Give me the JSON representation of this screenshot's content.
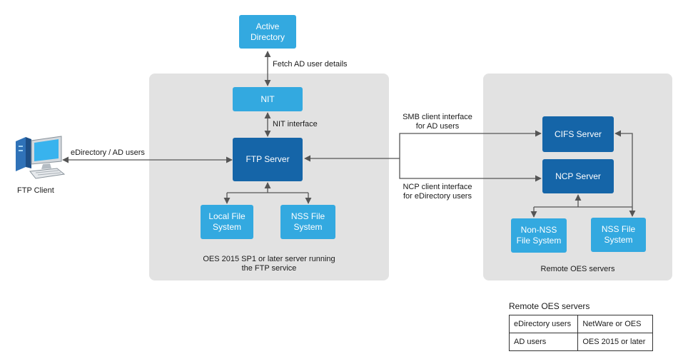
{
  "nodes": {
    "active_directory": "Active\nDirectory",
    "nit": "NIT",
    "ftp_server": "FTP Server",
    "local_fs": "Local File\nSystem",
    "nss_fs_local": "NSS File\nSystem",
    "cifs_server": "CIFS Server",
    "ncp_server": "NCP Server",
    "non_nss_fs": "Non-NSS\nFile System",
    "nss_fs_remote": "NSS File\nSystem",
    "ftp_client": "FTP Client"
  },
  "labels": {
    "fetch_ad": "Fetch AD user details",
    "nit_interface": "NIT interface",
    "client_users": "eDirectory / AD users",
    "smb_interface": "SMB client interface\nfor AD users",
    "ncp_interface": "NCP client interface\nfor eDirectory users",
    "oes_panel": "OES 2015 SP1 or later server running\nthe FTP service",
    "remote_panel": "Remote OES servers"
  },
  "legend": {
    "title": "Remote OES servers",
    "rows": [
      [
        "eDirectory users",
        "NetWare or OES"
      ],
      [
        "AD users",
        "OES 2015 or later"
      ]
    ]
  },
  "colors": {
    "light_box": "#33a9e0",
    "dark_box": "#1565a8",
    "panel": "#e2e2e2",
    "connector": "#555555"
  }
}
